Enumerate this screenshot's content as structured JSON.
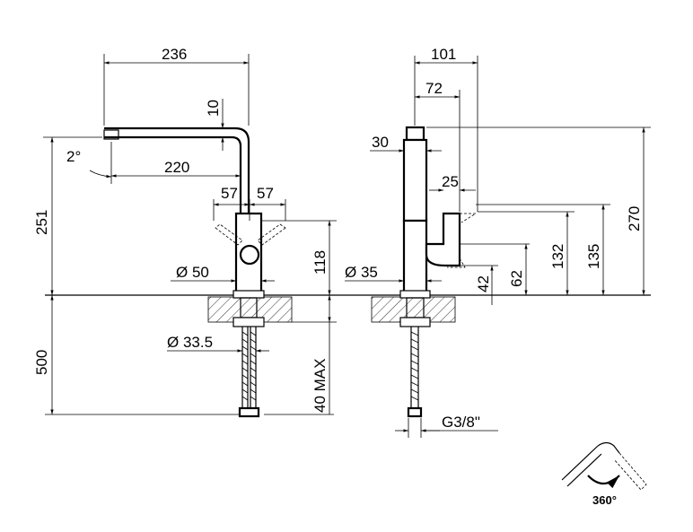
{
  "dimensions": {
    "w236": "236",
    "h10": "10",
    "a2": "2°",
    "w220": "220",
    "w57a": "57",
    "w57b": "57",
    "h251": "251",
    "h118": "118",
    "d50": "Ø 50",
    "d33_5": "Ø 33.5",
    "h500": "500",
    "h40max": "40 MAX",
    "w101": "101",
    "w72": "72",
    "w30": "30",
    "w25": "25",
    "d35": "Ø 35",
    "h42": "42",
    "h62": "62",
    "h132": "132",
    "h135": "135",
    "h270": "270",
    "thread": "G3/8\"",
    "rotation": "360°"
  }
}
